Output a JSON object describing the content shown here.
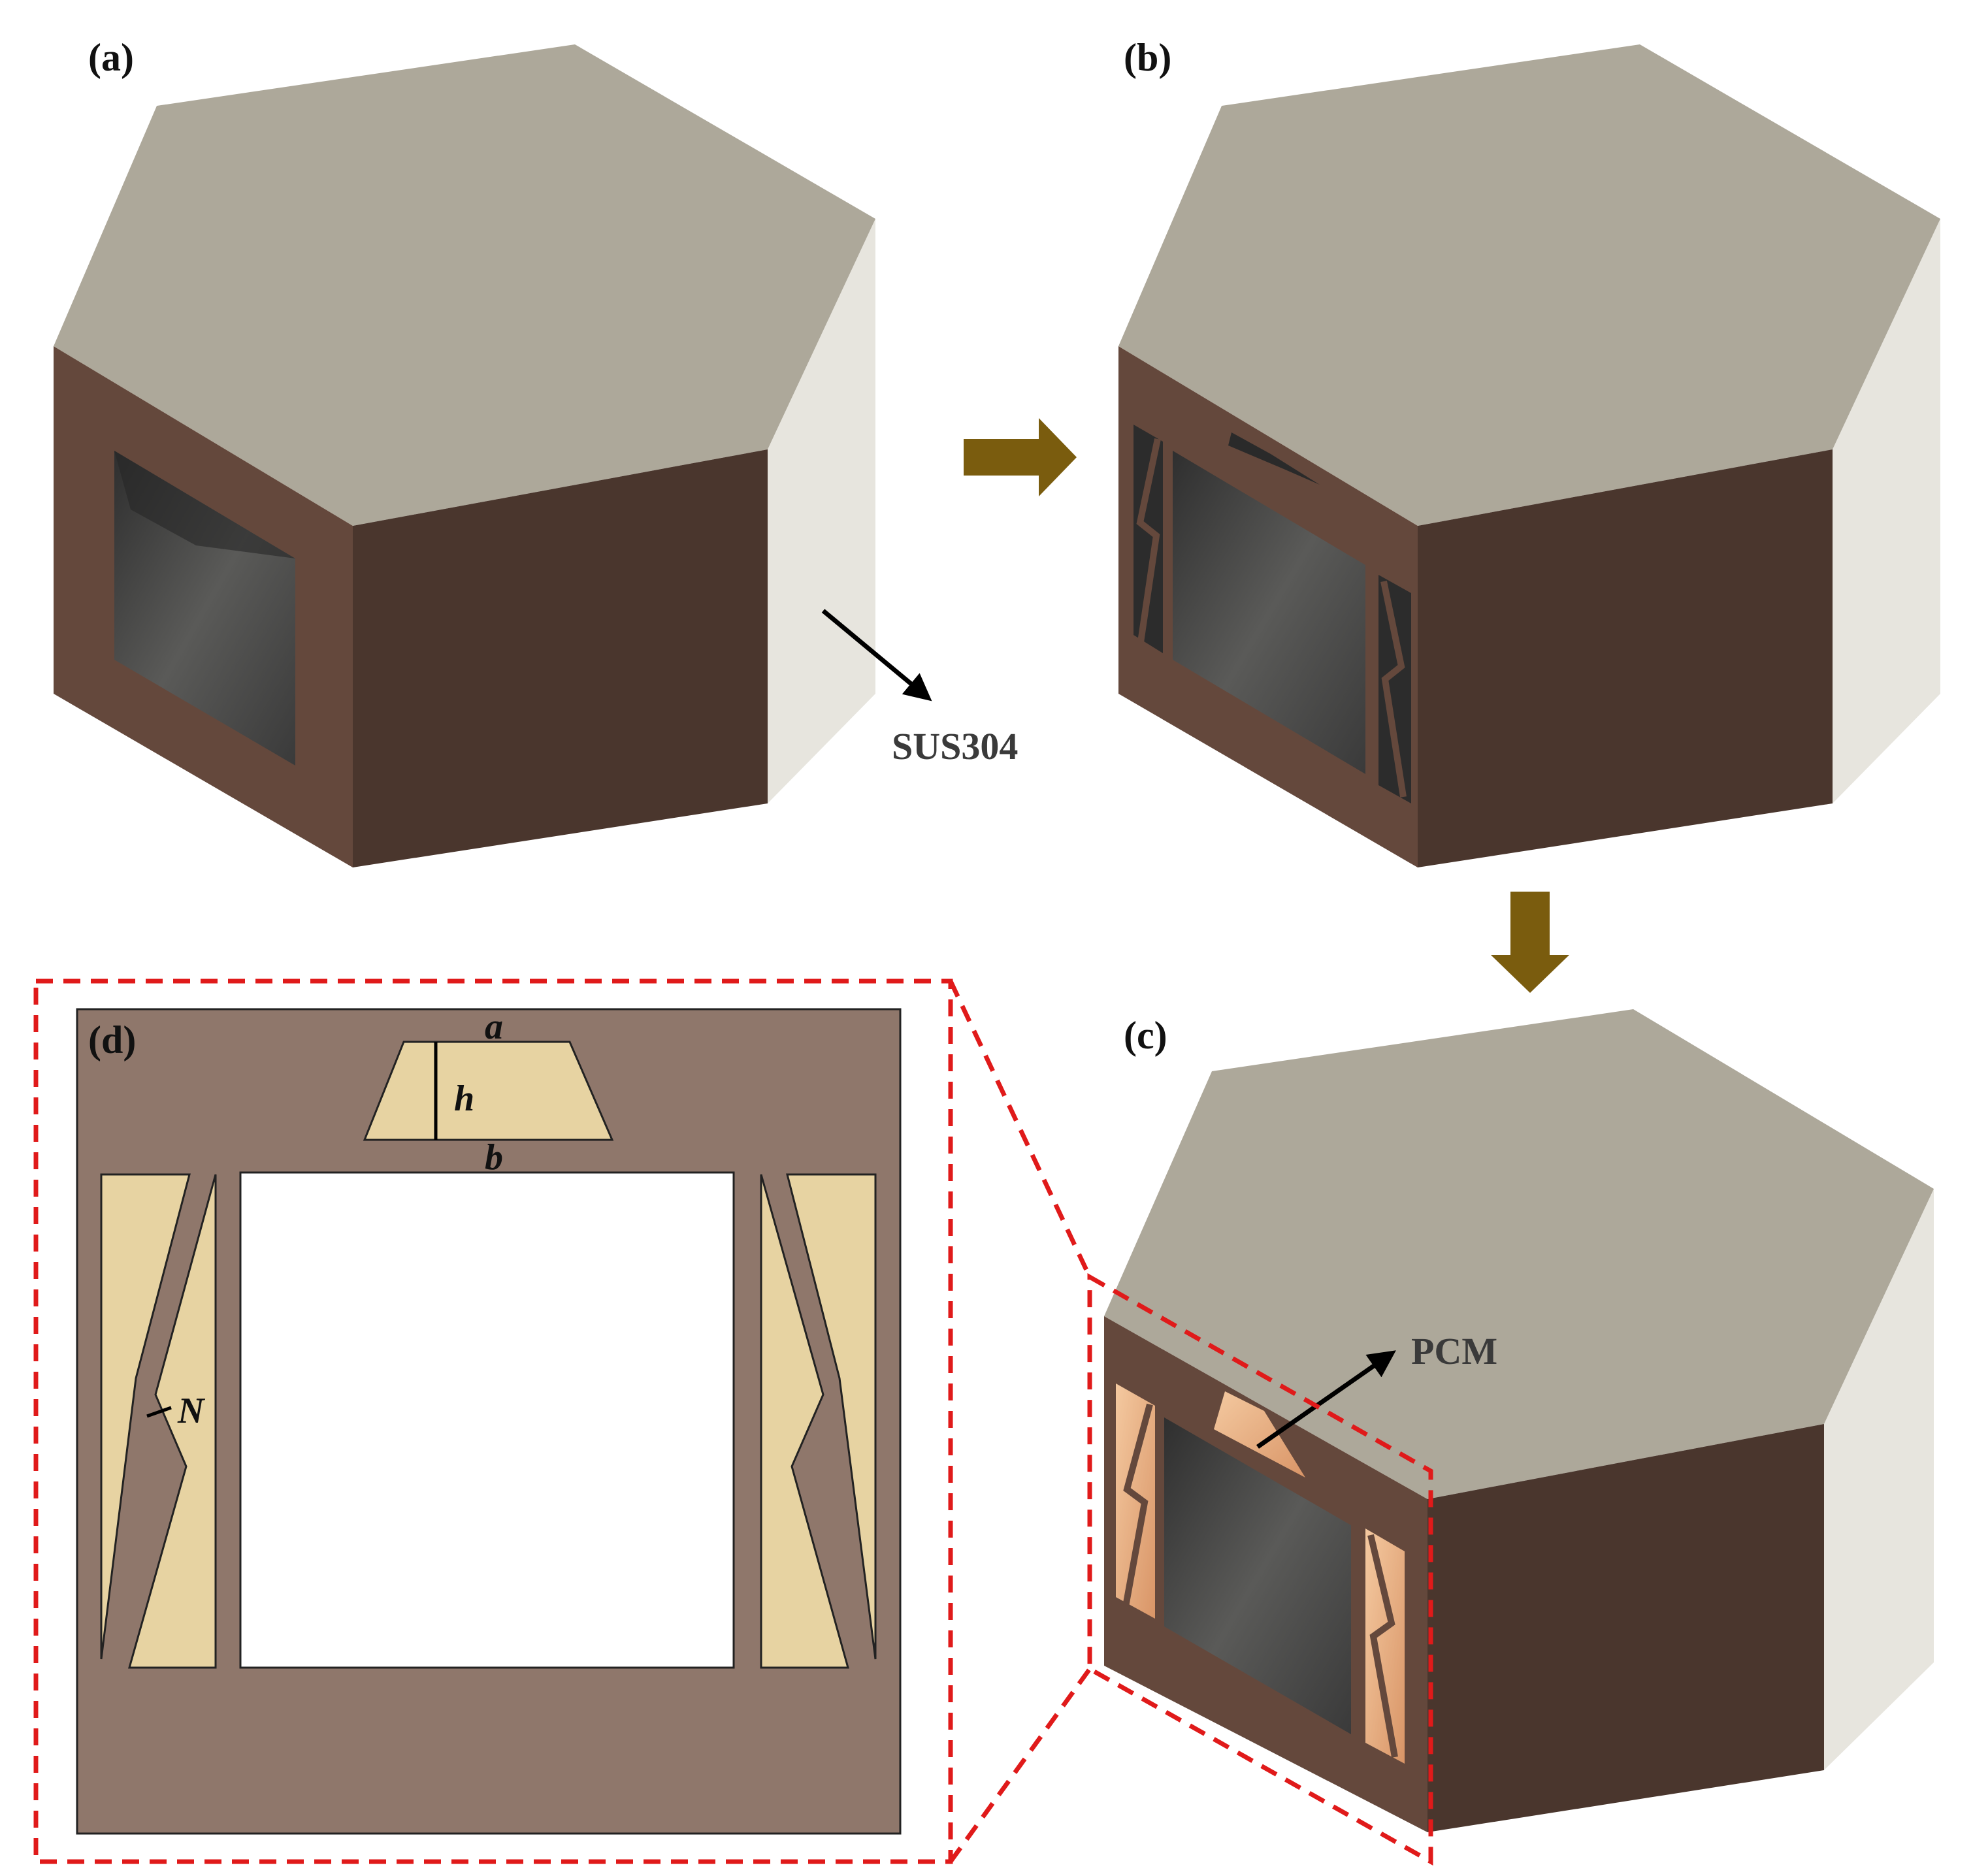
{
  "panels": {
    "a": "(a)",
    "b": "(b)",
    "c": "(c)",
    "d": "(d)"
  },
  "callouts": {
    "sus": "SUS304",
    "pcm": "PCM"
  },
  "dimensions": {
    "a": "a",
    "b": "b",
    "h": "h",
    "n": "N"
  },
  "colors": {
    "top_face": "#ADA89A",
    "front_face": "#64483C",
    "side_face": "#4A362D",
    "back_face": "#E7E5DE",
    "window": "#4A4A4A",
    "pcm_fill": "#E7D3A2",
    "pcm_render": "#E0A77D",
    "detail_bg": "#8F776B",
    "flow_arrow": "#7A5C0E",
    "zoom_box": "#E01A1A"
  }
}
